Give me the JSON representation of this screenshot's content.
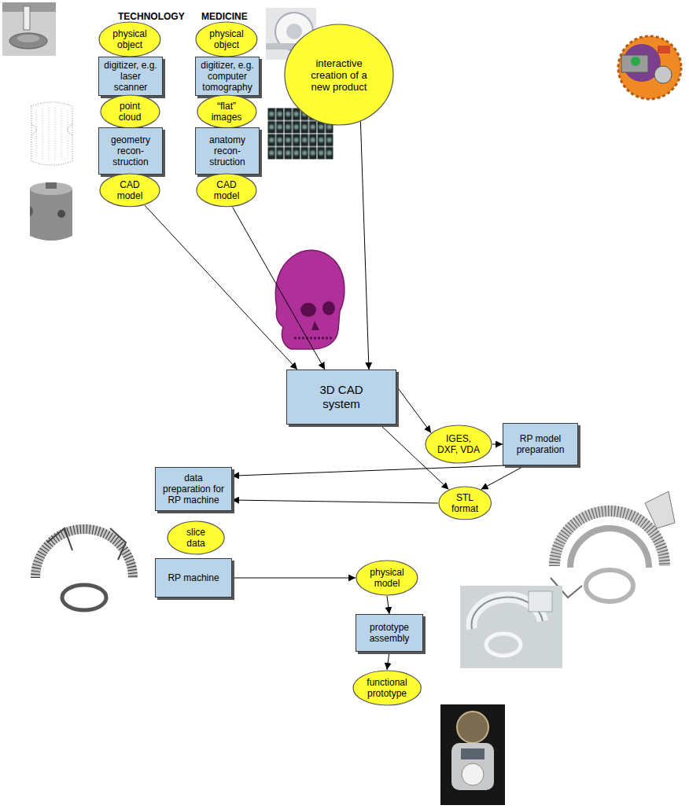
{
  "diagram": {
    "nodes": [
      {
        "text": [
          "physical object"
        ]
      },
      {
        "text": [
          "physical object"
        ]
      },
      {
        "text": [
          "interactive creation of a new product"
        ]
      },
      {
        "text": [
          "digitizer, e.g. laser scanner"
        ]
      },
      {
        "text": [
          "digitizer, e.g. computer tomography"
        ]
      },
      {
        "text": [
          "point cloud"
        ]
      },
      {
        "text": [
          "“flat” images"
        ]
      },
      {
        "text": [
          "geometry recon- struction"
        ]
      },
      {
        "text": [
          "anatomy recon- struction"
        ]
      },
      {
        "text": [
          "CAD model"
        ]
      },
      {
        "text": [
          "CAD model"
        ]
      },
      {
        "text": [
          "3D CAD system"
        ]
      },
      {
        "text": [
          "IGES, DXF, VDA"
        ]
      },
      {
        "text": [
          "RP model preparation"
        ]
      },
      {
        "text": [
          "data preparation for RP machine"
        ]
      },
      {
        "text": [
          "STL format"
        ]
      },
      {
        "text": [
          "slice data"
        ]
      },
      {
        "text": [
          "RP machine"
        ]
      },
      {
        "text": [
          "physical model"
        ]
      },
      {
        "text": [
          "prototype assembly"
        ]
      },
      {
        "text": [
          "functional prototype"
        ]
      }
    ],
    "edges": [
      {
        "from": 9,
        "to": 11,
        "arrow": "to"
      },
      {
        "from": 10,
        "to": 11,
        "arrow": "to"
      },
      {
        "from": 2,
        "to": 11,
        "arrow": "to"
      },
      {
        "from": 11,
        "to": 12,
        "arrow": "to"
      },
      {
        "from": 11,
        "to": 15,
        "arrow": "to"
      },
      {
        "from": 12,
        "to": 13,
        "arrow": "to"
      },
      {
        "from": 13,
        "to": 14,
        "arrow": "to"
      },
      {
        "from": 13,
        "to": 15,
        "arrow": "to"
      },
      {
        "from": 15,
        "to": 14,
        "arrow": "to"
      },
      {
        "from": 17,
        "to": 18,
        "arrow": "to"
      },
      {
        "from": 18,
        "to": 19,
        "arrow": "to"
      },
      {
        "from": 19,
        "to": 20,
        "arrow": "to"
      }
    ],
    "labels": [
      "TECHNOLOGY",
      "MEDICINE"
    ]
  }
}
